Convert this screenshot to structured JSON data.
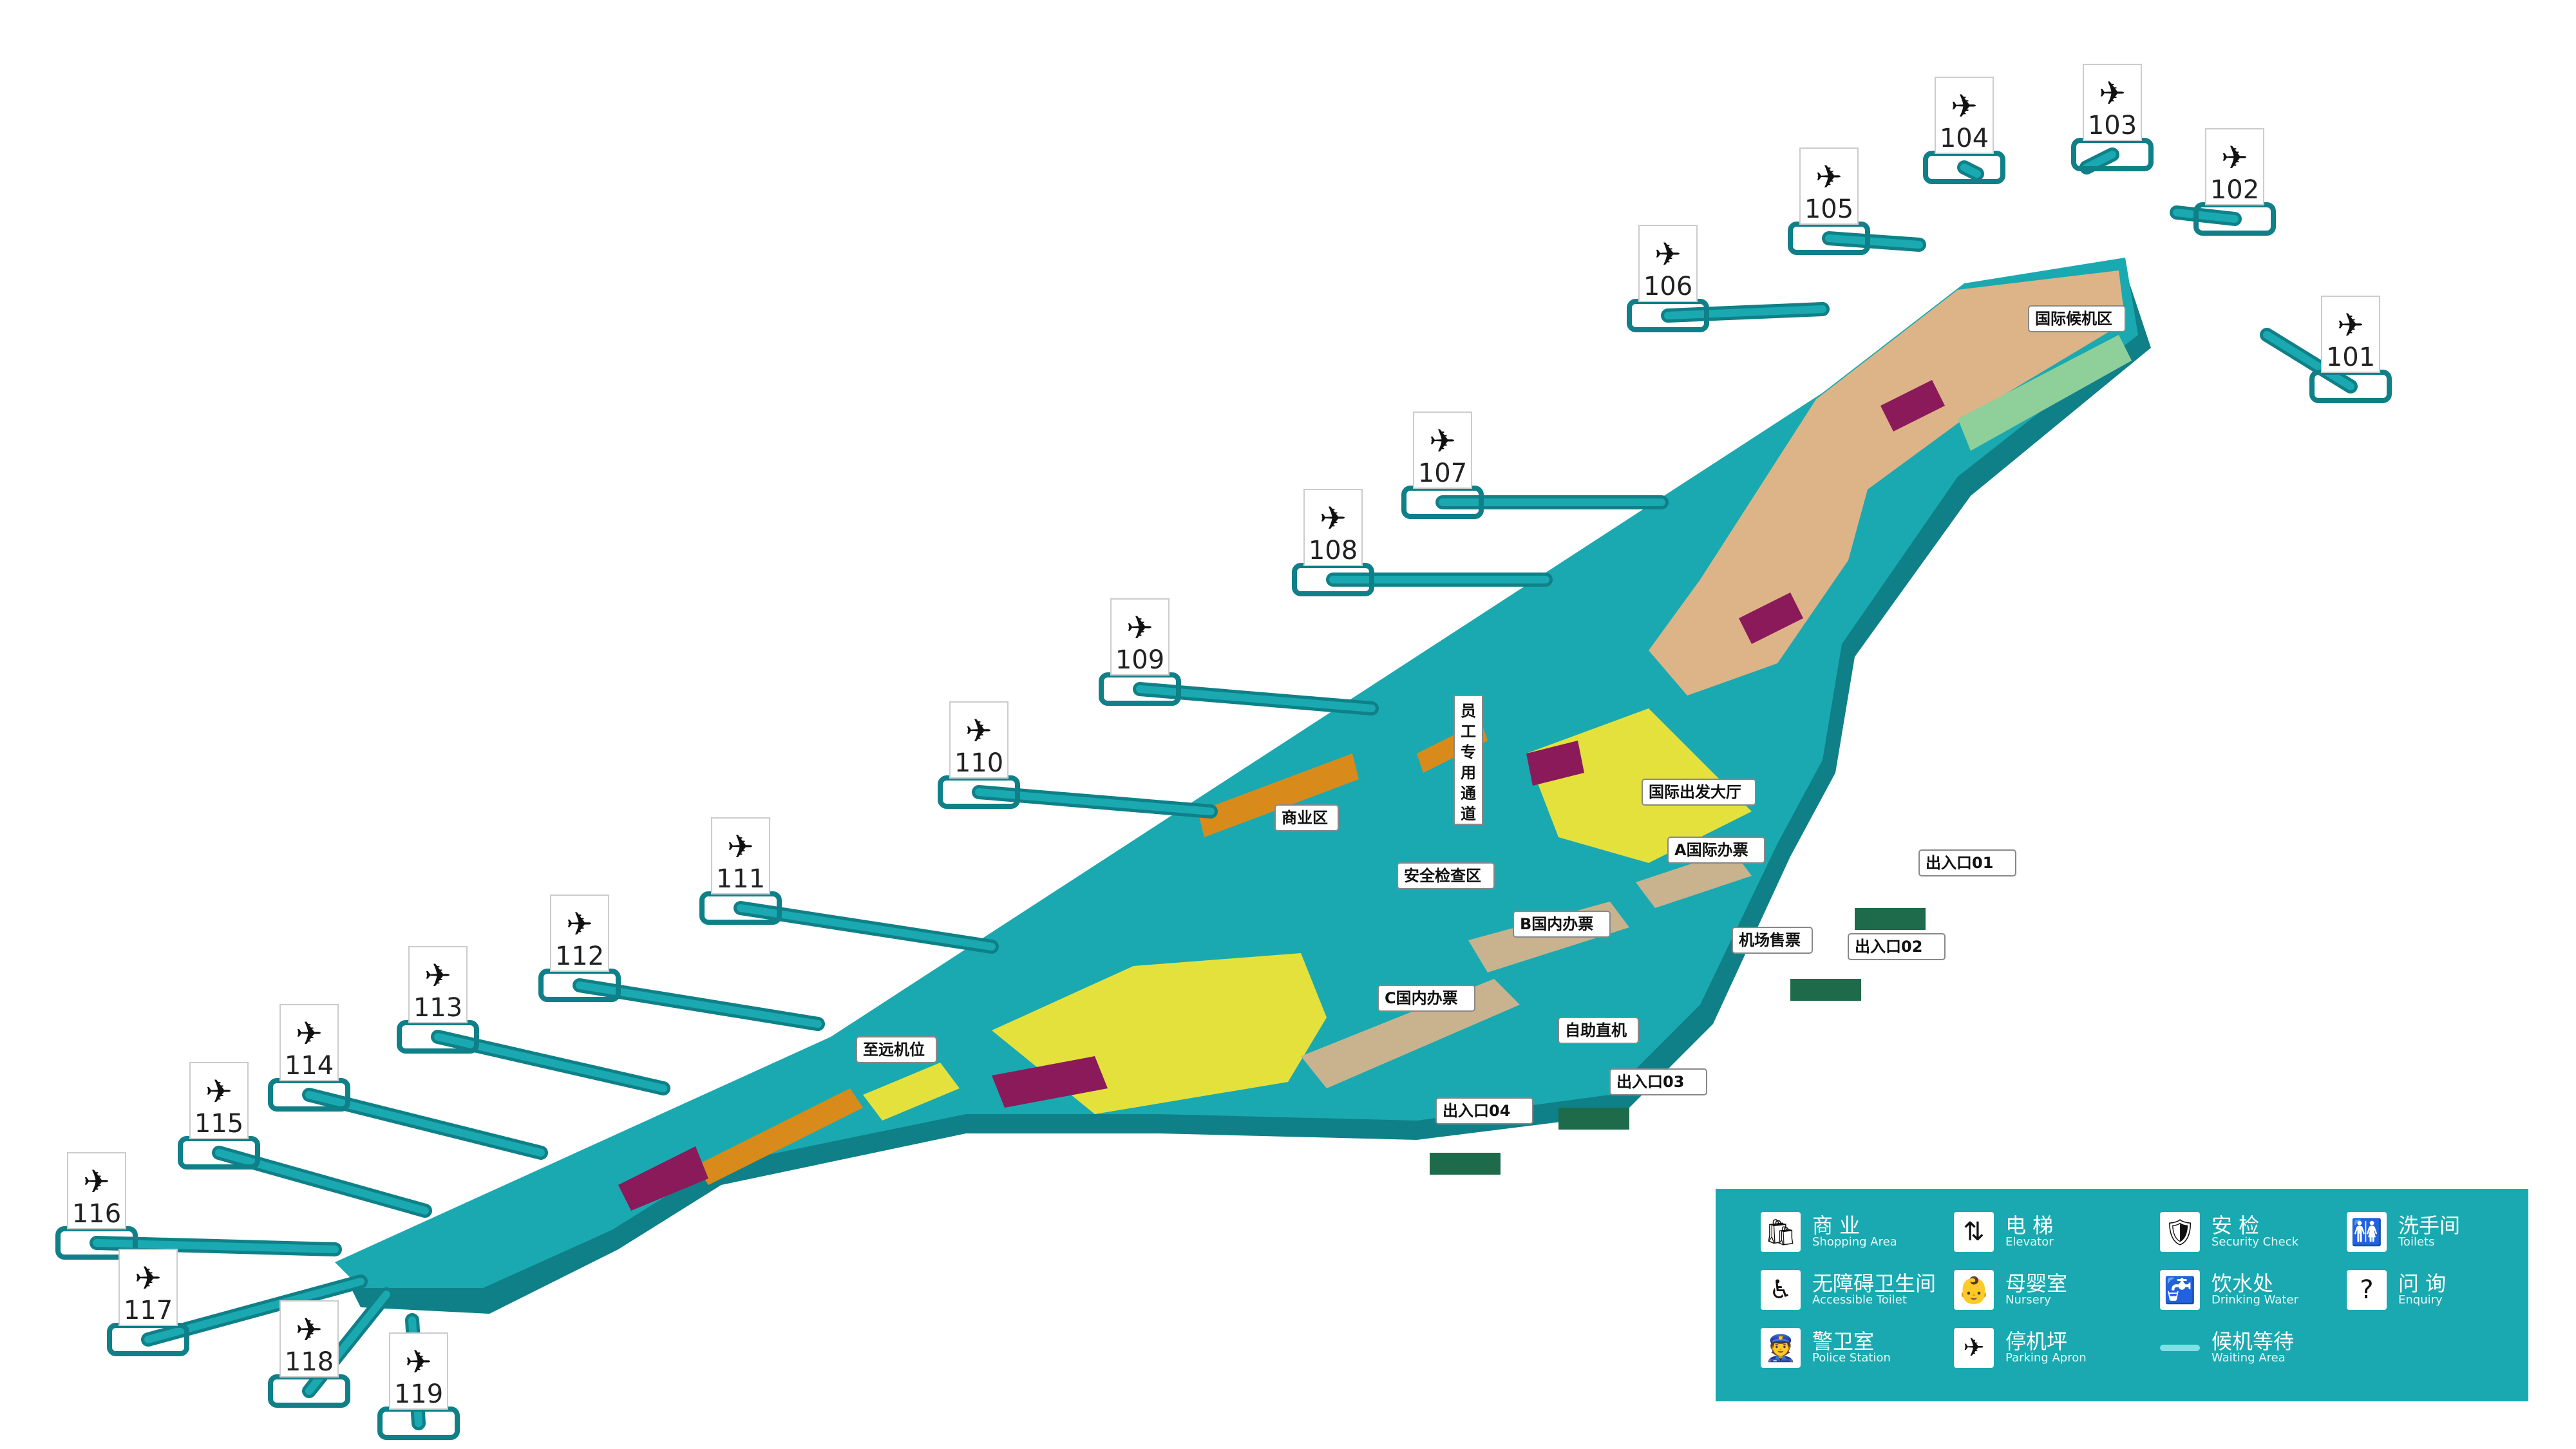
{
  "map": {
    "gates": [
      {
        "id": "101",
        "label": "101"
      },
      {
        "id": "102",
        "label": "102"
      },
      {
        "id": "103",
        "label": "103"
      },
      {
        "id": "104",
        "label": "104"
      },
      {
        "id": "105",
        "label": "105"
      },
      {
        "id": "106",
        "label": "106"
      },
      {
        "id": "107",
        "label": "107"
      },
      {
        "id": "108",
        "label": "108"
      },
      {
        "id": "109",
        "label": "109"
      },
      {
        "id": "110",
        "label": "110"
      },
      {
        "id": "111",
        "label": "111"
      },
      {
        "id": "112",
        "label": "112"
      },
      {
        "id": "113",
        "label": "113"
      },
      {
        "id": "114",
        "label": "114"
      },
      {
        "id": "115",
        "label": "115"
      },
      {
        "id": "116",
        "label": "116"
      },
      {
        "id": "117",
        "label": "117"
      },
      {
        "id": "118",
        "label": "118"
      },
      {
        "id": "119",
        "label": "119"
      }
    ],
    "zones": {
      "intl_waiting": "国际候机区",
      "staff_passage": "员工专用通道",
      "shopping": "商业区",
      "security": "安全检查区",
      "intl_departure": "国际出发大厅",
      "a_ticket": "A国际办票",
      "b_ticket": "B国内办票",
      "c_ticket": "C国内办票",
      "ticket_sales": "机场售票",
      "self_checkin": "自助直机",
      "remote_stand": "至远机位",
      "exit01": "出入口01",
      "exit02": "出入口02",
      "exit03": "出入口03",
      "exit04": "出入口04"
    }
  },
  "legend": [
    {
      "icon": "shopping-icon",
      "glyph": "🛍",
      "zh": "商 业",
      "en": "Shopping Area"
    },
    {
      "icon": "elevator-icon",
      "glyph": "⇅",
      "zh": "电 梯",
      "en": "Elevator"
    },
    {
      "icon": "security-icon",
      "glyph": "🛡",
      "zh": "安 检",
      "en": "Security Check"
    },
    {
      "icon": "toilet-icon",
      "glyph": "🚻",
      "zh": "洗手间",
      "en": "Toilets"
    },
    {
      "icon": "accessible-icon",
      "glyph": "♿",
      "zh": "无障碍卫生间",
      "en": "Accessible Toilet"
    },
    {
      "icon": "nursery-icon",
      "glyph": "👶",
      "zh": "母婴室",
      "en": "Nursery"
    },
    {
      "icon": "drinking-water-icon",
      "glyph": "🚰",
      "zh": "饮水处",
      "en": "Drinking Water"
    },
    {
      "icon": "enquiry-icon",
      "glyph": "?",
      "zh": "问 询",
      "en": "Enquiry"
    },
    {
      "icon": "police-icon",
      "glyph": "👮",
      "zh": "警卫室",
      "en": "Police Station"
    },
    {
      "icon": "plane-icon",
      "glyph": "✈",
      "zh": "停机坪",
      "en": "Parking Apron"
    },
    {
      "icon": "waiting-area-icon",
      "glyph": "",
      "zh": "候机等待",
      "en": "Waiting Area"
    }
  ],
  "colors": {
    "terminal": "#1aa9b0",
    "terminal_dark": "#0f8088",
    "bridge": "#138d93",
    "tan": "#ddb487",
    "yellow": "#e4e13d",
    "orange": "#d88b1a",
    "magenta": "#8a1a5a",
    "green": "#8fcf9a",
    "legend_bg": "#1aa9b0"
  }
}
